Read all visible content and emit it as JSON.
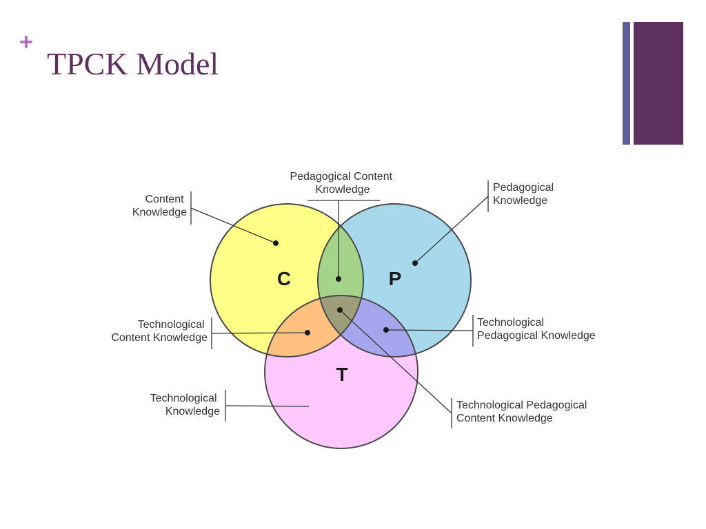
{
  "slide": {
    "plus_glyph": "+",
    "title": "TPCK Model"
  },
  "colors": {
    "accent": "#5e3060",
    "bar_thin": "#5c5e99",
    "bar_wide": "#5e3060",
    "plus": "#b56abf",
    "circle_c": "#ffff88",
    "circle_p": "#a8d8ec",
    "circle_t": "#ffc8ff",
    "overlap_cp": "#a3d48a",
    "overlap_ct": "#ffc080",
    "overlap_pt": "#a6a6ee",
    "overlap_center": "#9e9e7a",
    "stroke": "#4a4a4a"
  },
  "diagram": {
    "circles": {
      "c": "C",
      "p": "P",
      "t": "T"
    },
    "labels": {
      "pck": [
        "Pedagogical Content",
        "Knowledge"
      ],
      "ck": [
        "Content",
        "Knowledge"
      ],
      "pk": [
        "Pedagogical",
        "Knowledge"
      ],
      "tck": [
        "Technological",
        "Content Knowledge"
      ],
      "tpk": [
        "Technological",
        "Pedagogical Knowledge"
      ],
      "tk": [
        "Technological",
        "Knowledge"
      ],
      "tpck": [
        "Technological Pedagogical",
        "Content Knowledge"
      ]
    }
  }
}
